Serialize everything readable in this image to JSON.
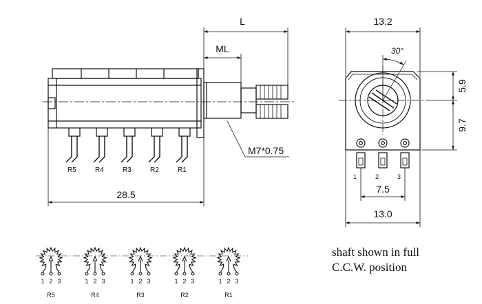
{
  "side_view": {
    "dim_L": "L",
    "dim_ML": "ML",
    "dim_length": "28.5",
    "thread": "M7*0.75",
    "pin_labels": [
      "R5",
      "R4",
      "R3",
      "R2",
      "R1"
    ]
  },
  "front_view": {
    "width_top": "13.2",
    "angle": "30°",
    "height_upper": "5.9",
    "height_lower": "9.7",
    "pin_pitch": "7.5",
    "width_bottom": "13.0",
    "pin_numbers": [
      "1",
      "2",
      "3"
    ]
  },
  "schematics": {
    "labels": [
      "R5",
      "R4",
      "R3",
      "R2",
      "R1"
    ],
    "pin_numbers": [
      "1",
      "2",
      "3"
    ]
  },
  "note": {
    "line1": "shaft shown in full",
    "line2": "C.C.W. position"
  }
}
